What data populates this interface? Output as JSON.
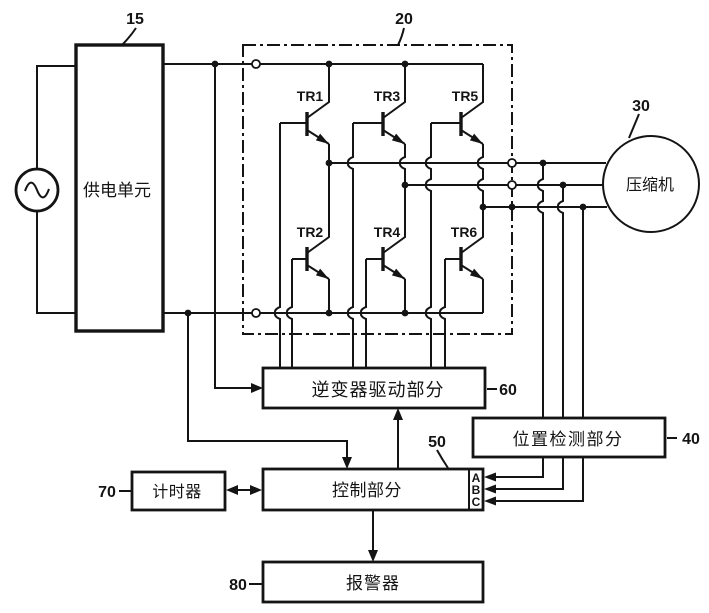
{
  "diagram": {
    "colors": {
      "ink": "#141414",
      "background": "#ffffff"
    },
    "power_supply": {
      "label": "供电单元",
      "ref": "15"
    },
    "inverter_box": {
      "ref": "20"
    },
    "compressor": {
      "label": "压缩机",
      "ref": "30"
    },
    "position_detector": {
      "label": "位置检测部分",
      "ref": "40"
    },
    "controller": {
      "label": "控制部分",
      "ref": "50"
    },
    "inverter_driver": {
      "label": "逆变器驱动部分",
      "ref": "60"
    },
    "timer": {
      "label": "计时器",
      "ref": "70"
    },
    "alarm": {
      "label": "报警器",
      "ref": "80"
    },
    "transistors": {
      "tr1": "TR1",
      "tr2": "TR2",
      "tr3": "TR3",
      "tr4": "TR4",
      "tr5": "TR5",
      "tr6": "TR6"
    },
    "terminals": {
      "a": "A",
      "b": "B",
      "c": "C"
    }
  }
}
